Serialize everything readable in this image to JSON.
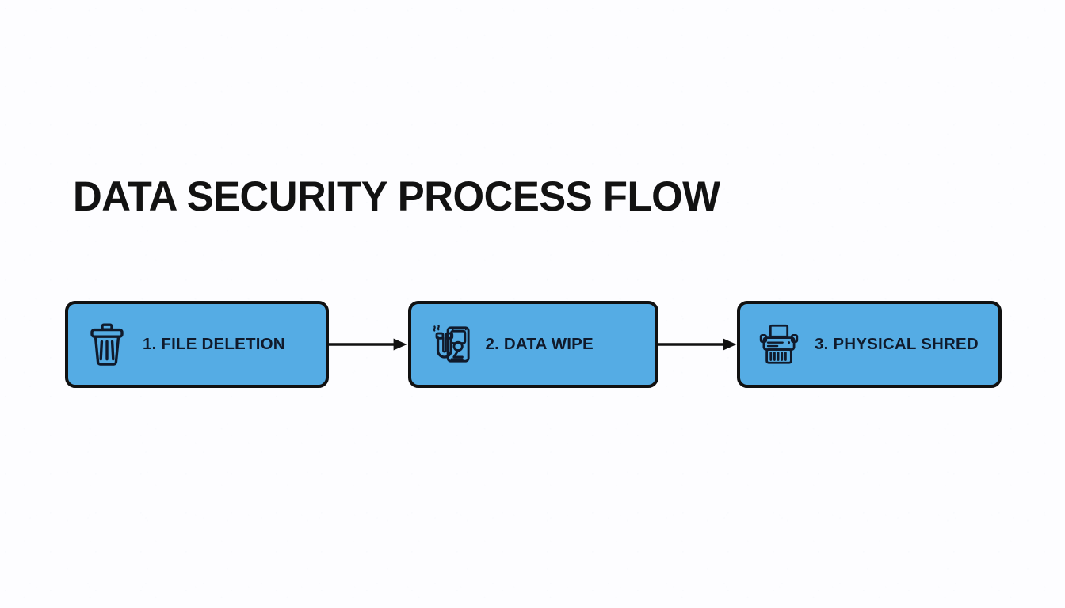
{
  "page": {
    "title": "DATA SECURITY PROCESS FLOW",
    "background_color": "#fdfdff",
    "accent_color": "#55ACE4",
    "stroke_color": "#111111",
    "label_color": "#101a2b"
  },
  "flow": {
    "orientation": "left-to-right",
    "connector_icon": "arrow-right-icon",
    "steps": [
      {
        "number": "1",
        "label": "1. FILE DELETION",
        "icon": "trash-can-icon",
        "name": "file-deletion"
      },
      {
        "number": "2",
        "label": "2. DATA WIPE",
        "icon": "magnet-hard-drive-icon",
        "name": "data-wipe"
      },
      {
        "number": "3",
        "label": "3. PHYSICAL SHRED",
        "icon": "paper-shredder-icon",
        "name": "physical-shred"
      }
    ]
  }
}
